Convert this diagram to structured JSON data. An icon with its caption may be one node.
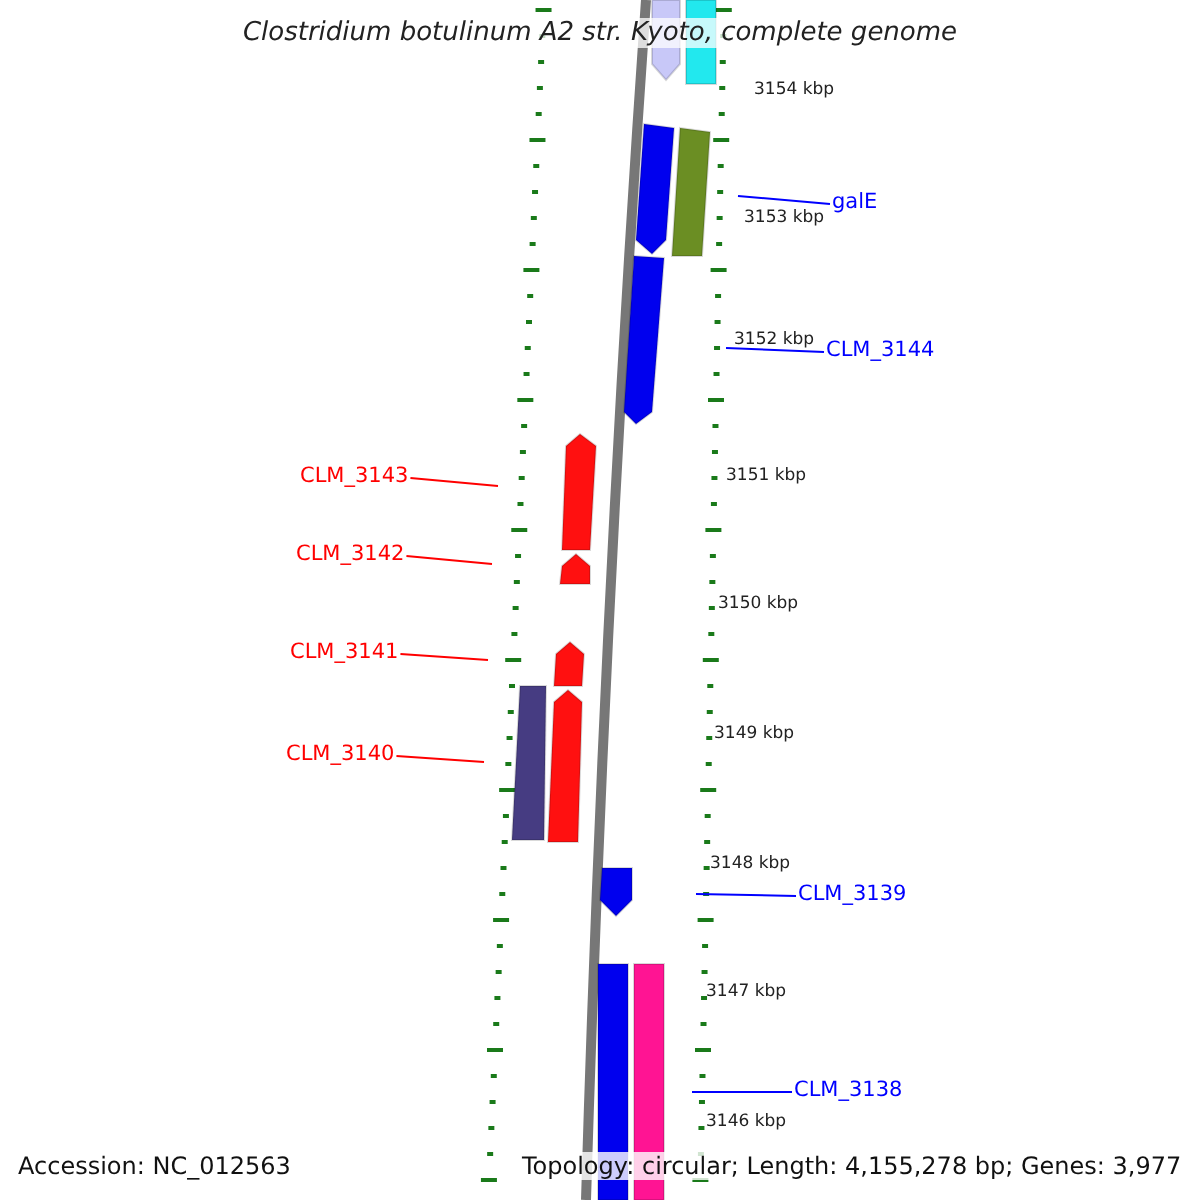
{
  "diagram": {
    "title": "Clostridium botulinum A2 str. Kyoto, complete genome",
    "nodes": [
      {
        "text": [
          "galE"
        ]
      },
      {
        "text": [
          "CLM_3144"
        ]
      },
      {
        "text": [
          "CLM_3143"
        ]
      },
      {
        "text": [
          "CLM_3142"
        ]
      },
      {
        "text": [
          "CLM_3141"
        ]
      },
      {
        "text": [
          "CLM_3140"
        ]
      },
      {
        "text": [
          "CLM_3139"
        ]
      },
      {
        "text": [
          "CLM_3138"
        ]
      },
      {
        "text": [],
        "shape": "bar"
      },
      {
        "text": [],
        "shape": "bar"
      }
    ],
    "edges": [
      {
        "from": 0,
        "to": 9,
        "arrow": "none"
      },
      {
        "from": 1,
        "to": 9,
        "arrow": "none"
      },
      {
        "from": 2,
        "to": 8,
        "arrow": "none",
        "color": "#ff0000"
      },
      {
        "from": 3,
        "to": 8,
        "arrow": "none",
        "color": "#ff0000"
      },
      {
        "from": 4,
        "to": 8,
        "arrow": "none",
        "color": "#ff0000"
      },
      {
        "from": 5,
        "to": 8,
        "arrow": "none",
        "color": "#ff0000"
      },
      {
        "from": 6,
        "to": 9,
        "arrow": "none"
      },
      {
        "from": 7,
        "to": 9,
        "arrow": "none"
      }
    ],
    "labels": [
      "3154 kbp",
      "3153 kbp",
      "3152 kbp",
      "3151 kbp",
      "3150 kbp",
      "3149 kbp",
      "3148 kbp",
      "3147 kbp",
      "3146 kbp",
      "Accession: NC_012563",
      "Topology: circular; Length: 4,155,278 bp; Genes: 3,977"
    ]
  }
}
